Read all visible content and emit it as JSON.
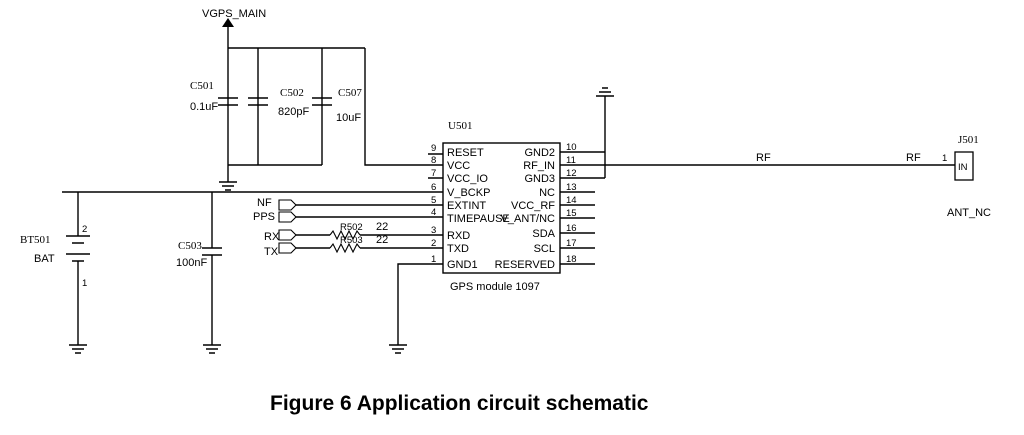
{
  "caption": "Figure 6 Application circuit schematic",
  "power": {
    "net": "VGPS_MAIN"
  },
  "capacitors": [
    {
      "ref": "C501",
      "value": "0.1uF"
    },
    {
      "ref": "C502",
      "value": "820pF"
    },
    {
      "ref": "C507",
      "value": "10uF"
    },
    {
      "ref": "C503",
      "value": "100nF"
    }
  ],
  "battery": {
    "ref": "BT501",
    "value": "BAT",
    "pin_top": "2",
    "pin_bottom": "1"
  },
  "resistors": [
    {
      "ref": "R502",
      "value": "22"
    },
    {
      "ref": "R503",
      "value": "22"
    }
  ],
  "signals": [
    "NF",
    "PPS",
    "RX",
    "TX"
  ],
  "module": {
    "ref": "U501",
    "name": "GPS module 1097",
    "left_pins": [
      {
        "num": "9",
        "name": "RESET"
      },
      {
        "num": "8",
        "name": "VCC"
      },
      {
        "num": "7",
        "name": "VCC_IO"
      },
      {
        "num": "6",
        "name": "V_BCKP"
      },
      {
        "num": "5",
        "name": "EXTINT"
      },
      {
        "num": "4",
        "name": "TIMEPAUSE"
      },
      {
        "num": "3",
        "name": "RXD"
      },
      {
        "num": "2",
        "name": "TXD"
      },
      {
        "num": "1",
        "name": "GND1"
      }
    ],
    "right_pins": [
      {
        "num": "10",
        "name": "GND2"
      },
      {
        "num": "11",
        "name": "RF_IN"
      },
      {
        "num": "12",
        "name": "GND3"
      },
      {
        "num": "13",
        "name": "NC"
      },
      {
        "num": "14",
        "name": "VCC_RF"
      },
      {
        "num": "15",
        "name": "V_ANT/NC"
      },
      {
        "num": "16",
        "name": "SDA"
      },
      {
        "num": "17",
        "name": "SCL"
      },
      {
        "num": "18",
        "name": "RESERVED"
      }
    ]
  },
  "connector": {
    "ref": "J501",
    "pin": "1",
    "pin_name": "IN",
    "value": "ANT_NC"
  },
  "rf_labels": [
    "RF",
    "RF"
  ]
}
